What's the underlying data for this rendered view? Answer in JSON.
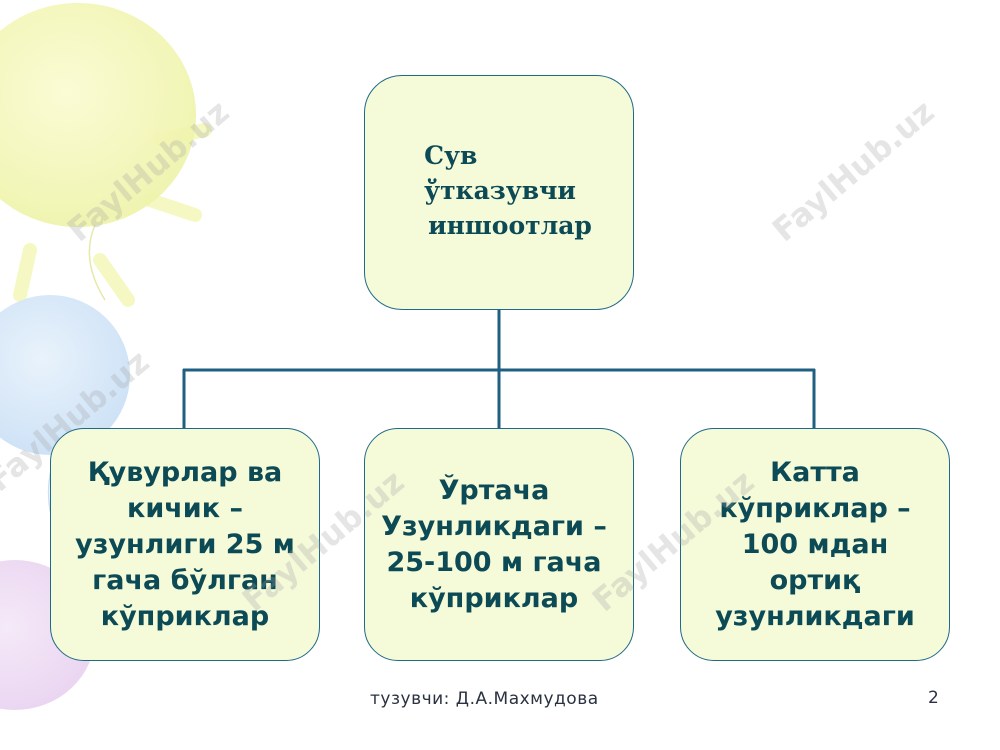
{
  "diagram": {
    "root": {
      "lines": [
        "Сув",
        "ўтказувчи",
        "иншоотлар"
      ]
    },
    "children": [
      {
        "lines": [
          "Қувурлар ва",
          "кичик –",
          "узунлиги 25 м",
          "гача бўлган",
          "кўприклар"
        ]
      },
      {
        "lines": [
          "Ўртача",
          "Узунликдаги –",
          "25-100 м гача",
          "кўприклар"
        ]
      },
      {
        "lines": [
          "Катта",
          "кўприклар –",
          "100 мдан",
          "ортиқ",
          "узунликдаги"
        ]
      }
    ]
  },
  "watermark": {
    "text": "FaylHub.uz"
  },
  "footer": {
    "author": "тузувчи: Д.А.Махмудова",
    "page_number": "2"
  },
  "colors": {
    "box_fill": "#f5fad9",
    "box_border": "#1f6a87",
    "connector": "#1f5f80",
    "text": "#0c4a56"
  }
}
